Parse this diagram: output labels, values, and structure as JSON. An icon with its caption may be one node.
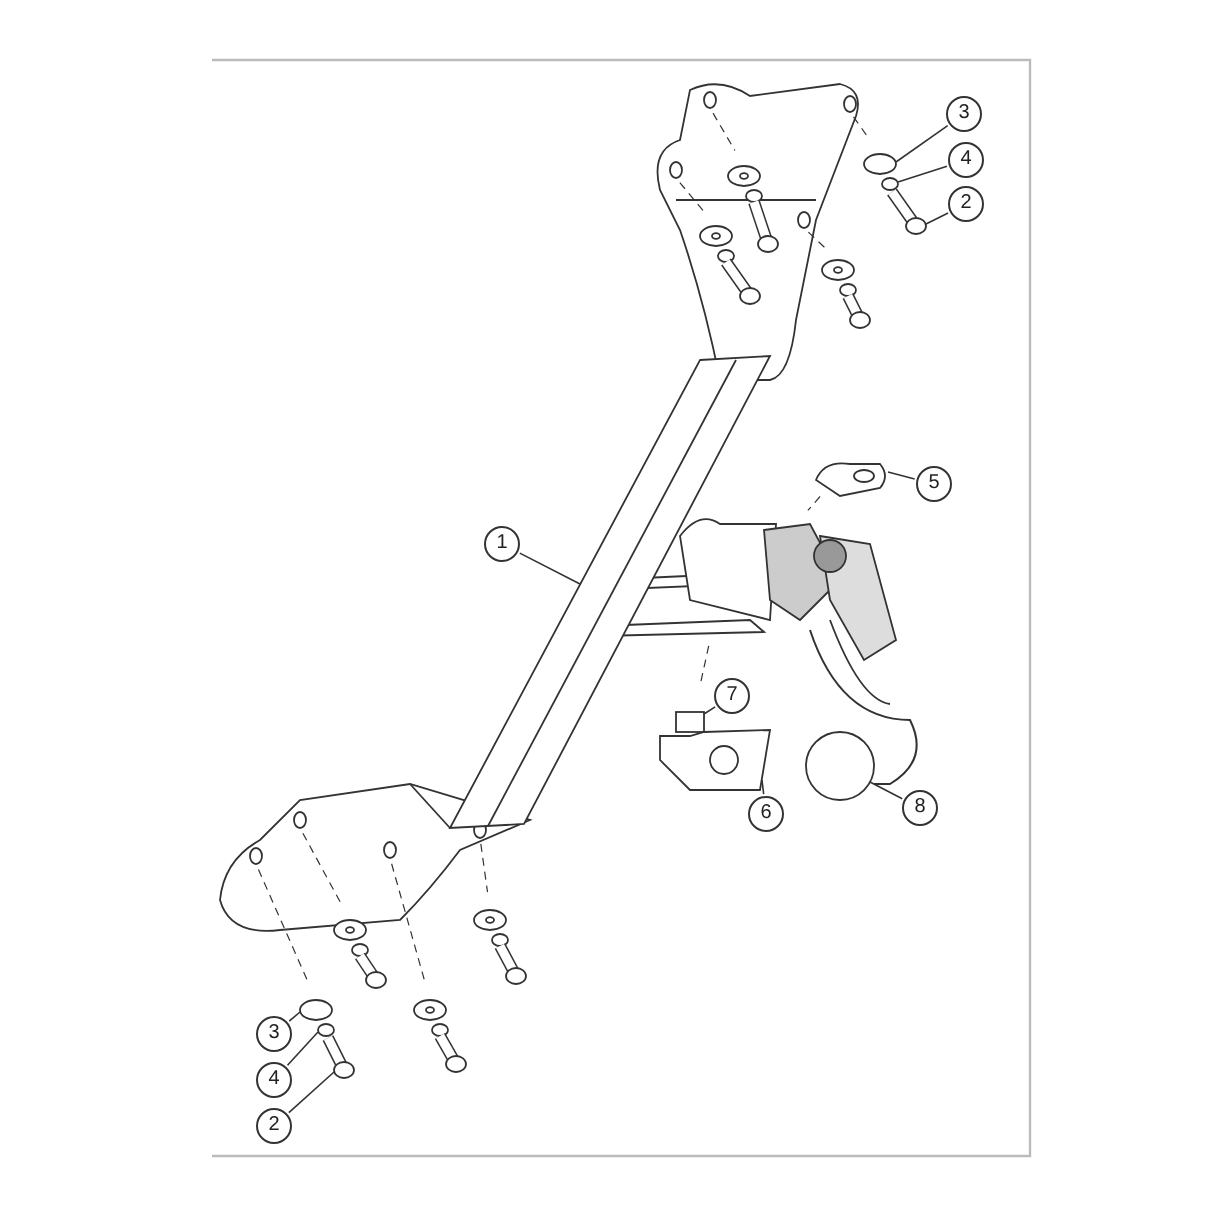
{
  "diagram": {
    "nodes": [
      {
        "text": [
          "3"
        ]
      },
      {
        "text": [
          "4"
        ]
      },
      {
        "text": [
          "2"
        ]
      },
      {
        "text": [
          "5"
        ]
      },
      {
        "text": [
          "1"
        ]
      },
      {
        "text": [
          "7"
        ]
      },
      {
        "text": [
          "6"
        ]
      },
      {
        "text": [
          "8"
        ]
      },
      {
        "text": [
          "3"
        ]
      },
      {
        "text": [
          "4"
        ]
      },
      {
        "text": [
          "2"
        ]
      },
      {
        "text": [],
        "shape": "circle"
      },
      {
        "text": [],
        "shape": "circle"
      },
      {
        "text": [],
        "shape": "picture"
      },
      {
        "text": [],
        "shape": "picture"
      },
      {
        "text": [],
        "shape": "picture"
      },
      {
        "text": [],
        "shape": "box"
      },
      {
        "text": [],
        "shape": "picture"
      },
      {
        "text": [],
        "shape": "circle"
      },
      {
        "text": [],
        "shape": "circle"
      },
      {
        "text": [],
        "shape": "circle"
      },
      {
        "text": [],
        "shape": "picture"
      },
      {
        "text": [],
        "shape": "picture"
      },
      {
        "text": [],
        "shape": "picture"
      },
      {
        "text": [],
        "shape": "picture"
      },
      {
        "text": [],
        "shape": "picture"
      },
      {
        "text": [],
        "shape": "picture"
      },
      {
        "text": [],
        "shape": "picture"
      }
    ],
    "edges": [
      {
        "from": 0,
        "to": 11,
        "arrow": "none"
      },
      {
        "from": 1,
        "to": 12,
        "arrow": "none"
      },
      {
        "from": 2,
        "to": 13,
        "arrow": "none"
      },
      {
        "from": 3,
        "to": 14,
        "arrow": "none"
      },
      {
        "from": 4,
        "to": 15,
        "arrow": "none"
      },
      {
        "from": 5,
        "to": 16,
        "arrow": "none"
      },
      {
        "from": 6,
        "to": 17,
        "arrow": "none"
      },
      {
        "from": 7,
        "to": 18,
        "arrow": "none"
      },
      {
        "from": 8,
        "to": 19,
        "arrow": "none"
      },
      {
        "from": 9,
        "to": 20,
        "arrow": "none"
      },
      {
        "from": 10,
        "to": 21,
        "arrow": "none"
      }
    ]
  }
}
